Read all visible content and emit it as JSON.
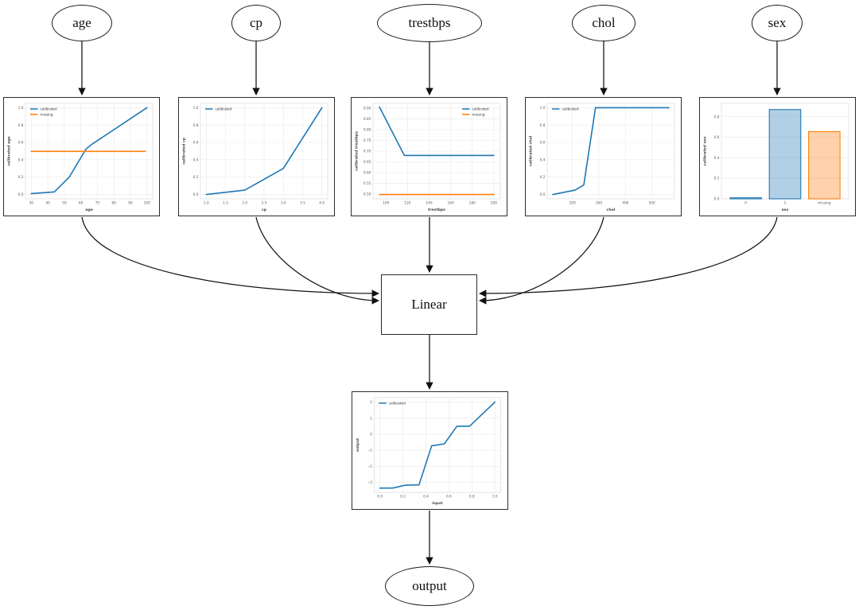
{
  "diagram": {
    "nodes": {
      "age": {
        "label": "age"
      },
      "cp": {
        "label": "cp"
      },
      "trestbps": {
        "label": "trestbps"
      },
      "chol": {
        "label": "chol"
      },
      "sex": {
        "label": "sex"
      },
      "linear": {
        "label": "Linear"
      },
      "output": {
        "label": "output"
      }
    },
    "edges": [
      {
        "from": "age",
        "to": "calibrator-age"
      },
      {
        "from": "cp",
        "to": "calibrator-cp"
      },
      {
        "from": "trestbps",
        "to": "calibrator-trestbps"
      },
      {
        "from": "chol",
        "to": "calibrator-chol"
      },
      {
        "from": "sex",
        "to": "calibrator-sex"
      },
      {
        "from": "calibrator-age",
        "to": "linear"
      },
      {
        "from": "calibrator-cp",
        "to": "linear"
      },
      {
        "from": "calibrator-trestbps",
        "to": "linear"
      },
      {
        "from": "calibrator-chol",
        "to": "linear"
      },
      {
        "from": "calibrator-sex",
        "to": "linear"
      },
      {
        "from": "linear",
        "to": "output-calibrator"
      },
      {
        "from": "output-calibrator",
        "to": "output"
      }
    ]
  },
  "colors": {
    "blue": "#1f77b4",
    "orange": "#ff7f0e",
    "blue_fill": "rgba(31,119,180,0.35)",
    "orange_fill": "rgba(255,127,14,0.35)",
    "grid": "#e7e7e7",
    "plot_border": "#d9d9d9",
    "tick_text": "#5a5a5a",
    "axis_text": "#444444",
    "edge_line": "#111111"
  },
  "chart_data": [
    {
      "id": "age",
      "type": "line",
      "xlabel": "age",
      "ylabel": "calibrated age",
      "xlim": [
        26.5,
        103.5
      ],
      "ylim": [
        -0.05,
        1.05
      ],
      "x_ticks": [
        {
          "v": 30,
          "l": "30"
        },
        {
          "v": 40,
          "l": "40"
        },
        {
          "v": 50,
          "l": "50"
        },
        {
          "v": 60,
          "l": "60"
        },
        {
          "v": 70,
          "l": "70"
        },
        {
          "v": 80,
          "l": "80"
        },
        {
          "v": 90,
          "l": "90"
        },
        {
          "v": 100,
          "l": "100"
        }
      ],
      "y_ticks": [
        {
          "v": 0,
          "l": "0.0"
        },
        {
          "v": 0.2,
          "l": "0.2"
        },
        {
          "v": 0.4,
          "l": "0.4"
        },
        {
          "v": 0.6,
          "l": "0.6"
        },
        {
          "v": 0.8,
          "l": "0.8"
        },
        {
          "v": 1.0,
          "l": "1.0"
        }
      ],
      "legend": "upper-left",
      "series": [
        {
          "name": "calibrated",
          "color": "blue",
          "points": [
            [
              30,
              0.01
            ],
            [
              44,
              0.03
            ],
            [
              53,
              0.2
            ],
            [
              63,
              0.52
            ],
            [
              66,
              0.57
            ],
            [
              100,
              1.0
            ]
          ]
        },
        {
          "name": "missing",
          "color": "orange",
          "points": [
            [
              30,
              0.497
            ],
            [
              99,
              0.497
            ]
          ]
        }
      ]
    },
    {
      "id": "cp",
      "type": "line",
      "xlabel": "cp",
      "ylabel": "calibrated cp",
      "xlim": [
        0.85,
        4.15
      ],
      "ylim": [
        -0.05,
        1.05
      ],
      "x_ticks": [
        {
          "v": 1,
          "l": "1.0"
        },
        {
          "v": 1.5,
          "l": "1.5"
        },
        {
          "v": 2,
          "l": "2.0"
        },
        {
          "v": 2.5,
          "l": "2.5"
        },
        {
          "v": 3,
          "l": "3.0"
        },
        {
          "v": 3.5,
          "l": "3.5"
        },
        {
          "v": 4,
          "l": "4.0"
        }
      ],
      "y_ticks": [
        {
          "v": 0,
          "l": "0.0"
        },
        {
          "v": 0.2,
          "l": "0.2"
        },
        {
          "v": 0.4,
          "l": "0.4"
        },
        {
          "v": 0.6,
          "l": "0.6"
        },
        {
          "v": 0.8,
          "l": "0.8"
        },
        {
          "v": 1.0,
          "l": "1.0"
        }
      ],
      "legend": "upper-left",
      "series": [
        {
          "name": "calibrated",
          "color": "blue",
          "points": [
            [
              1,
              0.0
            ],
            [
              2,
              0.05
            ],
            [
              3,
              0.3
            ],
            [
              4,
              1.0
            ]
          ]
        }
      ]
    },
    {
      "id": "trestbps",
      "type": "line",
      "xlabel": "trestbps",
      "ylabel": "calibrated trestbps",
      "xlim": [
        88,
        206
      ],
      "ylim": [
        0.478,
        0.922
      ],
      "x_ticks": [
        {
          "v": 100,
          "l": "100"
        },
        {
          "v": 120,
          "l": "120"
        },
        {
          "v": 140,
          "l": "140"
        },
        {
          "v": 160,
          "l": "160"
        },
        {
          "v": 180,
          "l": "180"
        },
        {
          "v": 200,
          "l": "200"
        }
      ],
      "y_ticks": [
        {
          "v": 0.5,
          "l": "0.50"
        },
        {
          "v": 0.55,
          "l": "0.55"
        },
        {
          "v": 0.6,
          "l": "0.60"
        },
        {
          "v": 0.65,
          "l": "0.65"
        },
        {
          "v": 0.7,
          "l": "0.70"
        },
        {
          "v": 0.75,
          "l": "0.75"
        },
        {
          "v": 0.8,
          "l": "0.80"
        },
        {
          "v": 0.85,
          "l": "0.85"
        },
        {
          "v": 0.9,
          "l": "0.90"
        }
      ],
      "legend": "upper-right",
      "series": [
        {
          "name": "calibrated",
          "color": "blue",
          "points": [
            [
              94,
              0.905
            ],
            [
              117,
              0.68
            ],
            [
              200,
              0.68
            ]
          ]
        },
        {
          "name": "missing",
          "color": "orange",
          "points": [
            [
              94,
              0.498
            ],
            [
              200,
              0.498
            ]
          ]
        }
      ]
    },
    {
      "id": "chol",
      "type": "line",
      "xlabel": "chol",
      "ylabel": "calibrated chol",
      "xlim": [
        105,
        585
      ],
      "ylim": [
        -0.05,
        1.05
      ],
      "x_ticks": [
        {
          "v": 200,
          "l": "200"
        },
        {
          "v": 300,
          "l": "300"
        },
        {
          "v": 400,
          "l": "400"
        },
        {
          "v": 500,
          "l": "500"
        }
      ],
      "y_ticks": [
        {
          "v": 0,
          "l": "0.0"
        },
        {
          "v": 0.2,
          "l": "0.2"
        },
        {
          "v": 0.4,
          "l": "0.4"
        },
        {
          "v": 0.6,
          "l": "0.6"
        },
        {
          "v": 0.8,
          "l": "0.8"
        },
        {
          "v": 1.0,
          "l": "1.0"
        }
      ],
      "legend": "upper-left",
      "series": [
        {
          "name": "calibrated",
          "color": "blue",
          "points": [
            [
              126,
              0.0
            ],
            [
              210,
              0.05
            ],
            [
              243,
              0.11
            ],
            [
              287,
              1.0
            ],
            [
              564,
              1.0
            ]
          ]
        }
      ]
    },
    {
      "id": "sex",
      "type": "bar",
      "xlabel": "sex",
      "ylabel": "calibrated sex",
      "categories": [
        "0",
        "1",
        "missing"
      ],
      "values": [
        0.01,
        0.87,
        0.655
      ],
      "bar_colors": [
        "blue",
        "blue",
        "orange"
      ],
      "ylim": [
        0,
        0.93
      ],
      "y_ticks": [
        {
          "v": 0,
          "l": "0.0"
        },
        {
          "v": 0.2,
          "l": "0.2"
        },
        {
          "v": 0.4,
          "l": "0.4"
        },
        {
          "v": 0.6,
          "l": "0.6"
        },
        {
          "v": 0.8,
          "l": "0.8"
        }
      ]
    },
    {
      "id": "output",
      "type": "line",
      "xlabel": "input",
      "ylabel": "output",
      "xlim": [
        -0.05,
        1.05
      ],
      "ylim": [
        -3.62,
        2.28
      ],
      "x_ticks": [
        {
          "v": 0,
          "l": "0.0"
        },
        {
          "v": 0.2,
          "l": "0.2"
        },
        {
          "v": 0.4,
          "l": "0.4"
        },
        {
          "v": 0.6,
          "l": "0.6"
        },
        {
          "v": 0.8,
          "l": "0.8"
        },
        {
          "v": 1.0,
          "l": "1.0"
        }
      ],
      "y_ticks": [
        {
          "v": -3,
          "l": "−3"
        },
        {
          "v": -2,
          "l": "−2"
        },
        {
          "v": -1,
          "l": "−1"
        },
        {
          "v": 0,
          "l": "0"
        },
        {
          "v": 1,
          "l": "1"
        },
        {
          "v": 2,
          "l": "2"
        }
      ],
      "legend": "upper-left",
      "series": [
        {
          "name": "calibrated",
          "color": "blue",
          "points": [
            [
              0,
              -3.35
            ],
            [
              0.11,
              -3.35
            ],
            [
              0.22,
              -3.17
            ],
            [
              0.34,
              -3.15
            ],
            [
              0.45,
              -0.72
            ],
            [
              0.56,
              -0.6
            ],
            [
              0.67,
              0.5
            ],
            [
              0.78,
              0.5
            ],
            [
              1.0,
              2.0
            ]
          ]
        }
      ]
    }
  ]
}
